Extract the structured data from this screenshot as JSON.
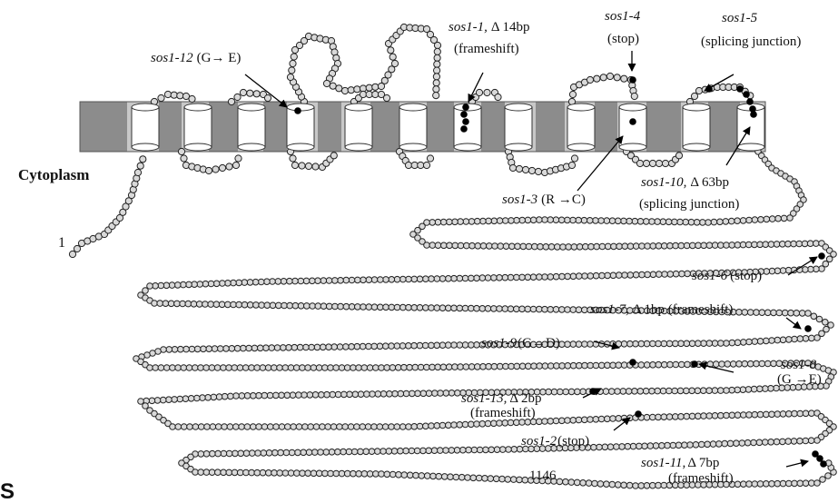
{
  "figure": {
    "cytoplasm_label": "Cytoplasm",
    "n_terminus_label": "1",
    "c_terminus_label": "1146",
    "corner_letter": "S",
    "colors": {
      "bead_fill": "#d9d9d9",
      "bead_stroke": "#222222",
      "mutation_dot": "#000000",
      "membrane_dark": "#8c8c8c",
      "membrane_light": "#c8c8c8",
      "helix_fill": "#ffffff"
    }
  },
  "mutations": {
    "m12": {
      "name": "sos1-12",
      "detail": "(G→ E)"
    },
    "m1": {
      "name": "sos1-1,",
      "detail": "Δ 14bp",
      "sub": "(frameshift)"
    },
    "m4": {
      "name": "sos1-4",
      "sub": "(stop)"
    },
    "m5": {
      "name": "sos1-5",
      "sub": "(splicing junction)"
    },
    "m3": {
      "name": "sos1-3",
      "detail": "(R →C)"
    },
    "m10": {
      "name": "sos1-10,",
      "detail": "Δ 63bp",
      "sub": "(splicing junction)"
    },
    "m6": {
      "name": "sos1-6",
      "detail": "(stop)"
    },
    "m7": {
      "name": "sos1-7,",
      "detail": "Δ 1bp  (frameshift)"
    },
    "m9": {
      "name": "sos1-9",
      "detail": "(G→D)"
    },
    "m8": {
      "name": "sos1-8",
      "sub": "(G →E)"
    },
    "m13": {
      "name": "sos1-13,",
      "detail": "Δ 2bp",
      "sub": "(frameshift)"
    },
    "m2": {
      "name": "sos1-2",
      "detail": "(stop)"
    },
    "m11": {
      "name": "sos1-11,",
      "detail": "Δ 7bp",
      "sub": "(frameshift)"
    }
  }
}
